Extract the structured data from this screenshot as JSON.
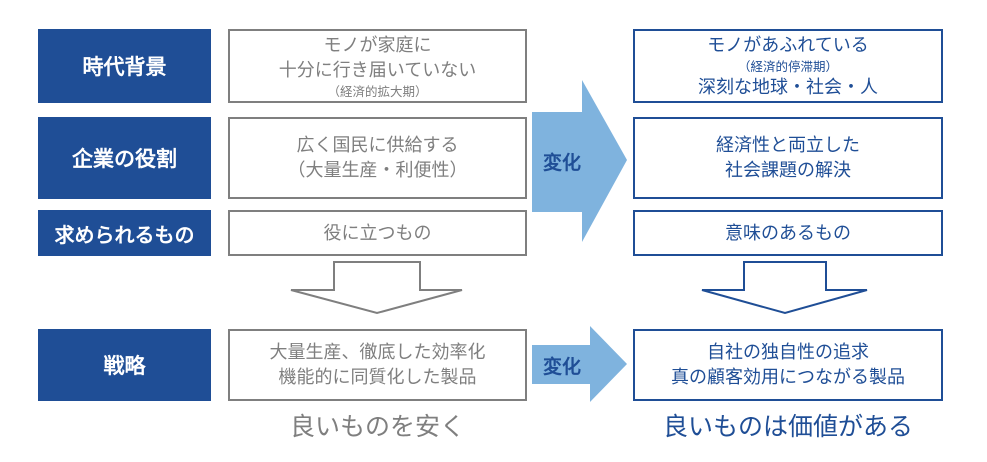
{
  "labels": {
    "background": "時代背景",
    "role": "企業の役割",
    "required": "求められるもの",
    "strategy": "戦略"
  },
  "before": {
    "background_line1": "モノが家庭に",
    "background_line2": "十分に行き届いていない",
    "background_note": "（経済的拡大期）",
    "role_line1": "広く国民に供給する",
    "role_line2": "（大量生産・利便性）",
    "required": "役に立つもの",
    "strategy_line1": "大量生産、徹底した効率化",
    "strategy_line2": "機能的に同質化した製品",
    "summary": "良いものを安く"
  },
  "after": {
    "background_line1": "モノがあふれている",
    "background_note": "（経済的停滞期）",
    "background_line2": "深刻な地球・社会・人",
    "role_line1": "経済性と両立した",
    "role_line2": "社会課題の解決",
    "required": "意味のあるもの",
    "strategy_line1": "自社の独自性の追求",
    "strategy_line2": "真の顧客効用につながる製品",
    "summary": "良いものは価値がある"
  },
  "arrows": {
    "change_top": "変化",
    "change_bottom": "変化"
  },
  "colors": {
    "label_bg": "#1f4e96",
    "before_border": "#7f7f7f",
    "after_border": "#1f4e96",
    "change_arrow": "#7fb3de"
  }
}
